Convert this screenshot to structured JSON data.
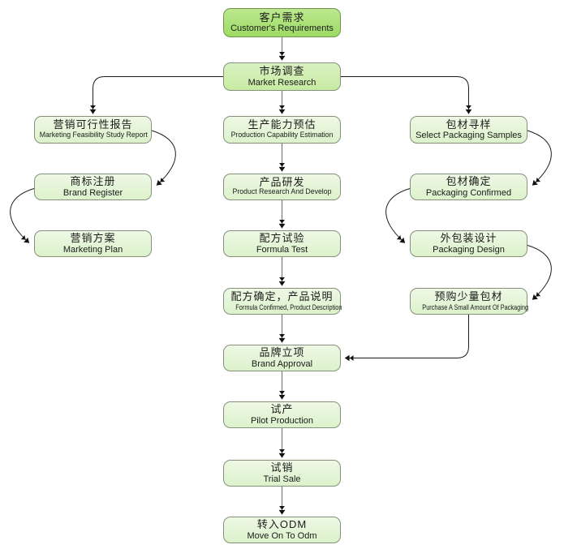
{
  "colors": {
    "node_fill_bright": "#9ddb64",
    "node_fill_medium": "#c7eba2",
    "node_fill_pale": "#dcf2cb",
    "node_border": "#85917c",
    "connector_dark": "#1c1c1c",
    "connector_gray": "#6e6e6e",
    "text": "#1b1b1b"
  },
  "nodes": [
    {
      "id": "customer-requirements",
      "zh": "客户需求",
      "en": "Customer's Requirements"
    },
    {
      "id": "market-research",
      "zh": "市场调查",
      "en": "Market Research"
    },
    {
      "id": "marketing-feasibility-study-report",
      "zh": "营销可行性报告",
      "en": "Marketing Feasibility Study Report"
    },
    {
      "id": "production-capability-estimation",
      "zh": "生产能力预估",
      "en": "Production Capability Estimation"
    },
    {
      "id": "select-packaging-samples",
      "zh": "包材寻样",
      "en": "Select Packaging Samples"
    },
    {
      "id": "brand-register",
      "zh": "商标注册",
      "en": "Brand Register"
    },
    {
      "id": "product-research-and-develop",
      "zh": "产品研发",
      "en": "Product Research And Develop"
    },
    {
      "id": "packaging-confirmed",
      "zh": "包材确定",
      "en": "Packaging Confirmed"
    },
    {
      "id": "marketing-plan",
      "zh": "营销方案",
      "en": "Marketing Plan"
    },
    {
      "id": "formula-test",
      "zh": "配方试验",
      "en": "Formula Test"
    },
    {
      "id": "packaging-design",
      "zh": "外包装设计",
      "en": "Packaging Design"
    },
    {
      "id": "formula-confirmed-product-description",
      "zh": "配方确定，产品说明",
      "en": "Formula Confirmed, Product Description"
    },
    {
      "id": "purchase-a-small-amount-of-packaging",
      "zh": "预购少量包材",
      "en": "Purchase A Small Amount Of Packaging"
    },
    {
      "id": "brand-approval",
      "zh": "品牌立项",
      "en": "Brand Approval"
    },
    {
      "id": "pilot-production",
      "zh": "试产",
      "en": "Pilot Production"
    },
    {
      "id": "trial-sale",
      "zh": "试销",
      "en": "Trial Sale"
    },
    {
      "id": "move-on-to-odm",
      "zh": "转入ODM",
      "en": "Move On To Odm"
    }
  ],
  "edges": [
    {
      "from": "customer-requirements",
      "to": "market-research"
    },
    {
      "from": "market-research",
      "to": "marketing-feasibility-study-report"
    },
    {
      "from": "market-research",
      "to": "production-capability-estimation"
    },
    {
      "from": "market-research",
      "to": "select-packaging-samples"
    },
    {
      "from": "marketing-feasibility-study-report",
      "to": "brand-register"
    },
    {
      "from": "brand-register",
      "to": "marketing-plan"
    },
    {
      "from": "production-capability-estimation",
      "to": "product-research-and-develop"
    },
    {
      "from": "product-research-and-develop",
      "to": "formula-test"
    },
    {
      "from": "formula-test",
      "to": "formula-confirmed-product-description"
    },
    {
      "from": "formula-confirmed-product-description",
      "to": "brand-approval"
    },
    {
      "from": "select-packaging-samples",
      "to": "packaging-confirmed"
    },
    {
      "from": "packaging-confirmed",
      "to": "packaging-design"
    },
    {
      "from": "packaging-design",
      "to": "purchase-a-small-amount-of-packaging"
    },
    {
      "from": "purchase-a-small-amount-of-packaging",
      "to": "brand-approval"
    },
    {
      "from": "brand-approval",
      "to": "pilot-production"
    },
    {
      "from": "pilot-production",
      "to": "trial-sale"
    },
    {
      "from": "trial-sale",
      "to": "move-on-to-odm"
    }
  ]
}
